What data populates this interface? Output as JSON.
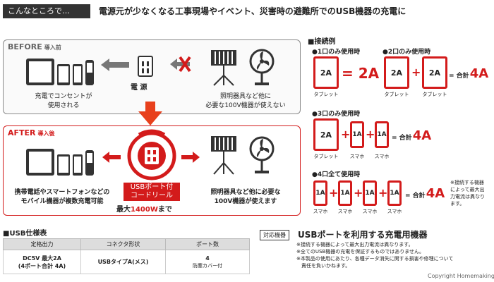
{
  "header": {
    "tag": "こんなところで…",
    "headline": "電源元が少なくなる工事現場やイベント、災害時の避難所でのUSB機器の充電に"
  },
  "before": {
    "title": "BEFORE",
    "subtitle": "導入前",
    "left_caption_1": "充電でコンセントが",
    "left_caption_2": "使用される",
    "outlet_label": "電 源",
    "right_caption_1": "照明器具など他に",
    "right_caption_2": "必要な100V機器が使えない"
  },
  "after": {
    "title": "AFTER",
    "subtitle": "導入後",
    "left_caption_1": "携帯電話やスマートフォンなどの",
    "left_caption_2": "モバイル機器が複数充電可能",
    "product_label_1": "USBポート付",
    "product_label_2": "コードリール",
    "max_prefix": "最大",
    "max_value": "1400W",
    "max_suffix": "まで",
    "right_caption_1": "照明器具など他に必要な",
    "right_caption_2": "100V機器が使えます"
  },
  "examples": {
    "title": "■接続例",
    "case1": {
      "title": "●1口のみ使用時",
      "device_value": "2A",
      "result": "= 2A",
      "device_label": "タブレット"
    },
    "case2": {
      "title": "●2口のみ使用時",
      "device_value": "2A",
      "total_prefix": "= 合計",
      "total": "4A",
      "device_label": "タブレット"
    },
    "case3": {
      "title": "●3口のみ使用時",
      "tablet_value": "2A",
      "phone_value": "1A",
      "total_prefix": "= 合計",
      "total": "4A",
      "tablet_label": "タブレット",
      "phone_label": "スマホ"
    },
    "case4": {
      "title": "●4口全て使用時",
      "phone_value": "1A",
      "total_prefix": "= 合計",
      "total": "4A",
      "phone_label": "スマホ"
    },
    "side_note": [
      "※接続する機器",
      "によって最大出",
      "力電流は異なり",
      "ます。"
    ]
  },
  "spec": {
    "title": "■USB仕様表",
    "headers": [
      "定格出力",
      "コネクタ形状",
      "ポート数"
    ],
    "row": {
      "output_1": "DC5V 最大2A",
      "output_2": "(4ポート合計 4A)",
      "connector": "USBタイプA(メス)",
      "ports": "4",
      "ports_note": "防塵カバー付"
    }
  },
  "devices": {
    "badge": "対応機器",
    "title": "USBポートを利用する充電用機器",
    "notes": [
      "※接続する機器によって最大出力電流は異なります。",
      "※全てのUSB機器の充電を保証するものではありません。",
      "※本製品の使用にあたり、各種データ消失に関する損害や修理について",
      "　責任を負いかねます。"
    ]
  },
  "watermark": "Copyright  Homemaking",
  "colors": {
    "accent": "#d31b1b",
    "dark": "#333333"
  }
}
